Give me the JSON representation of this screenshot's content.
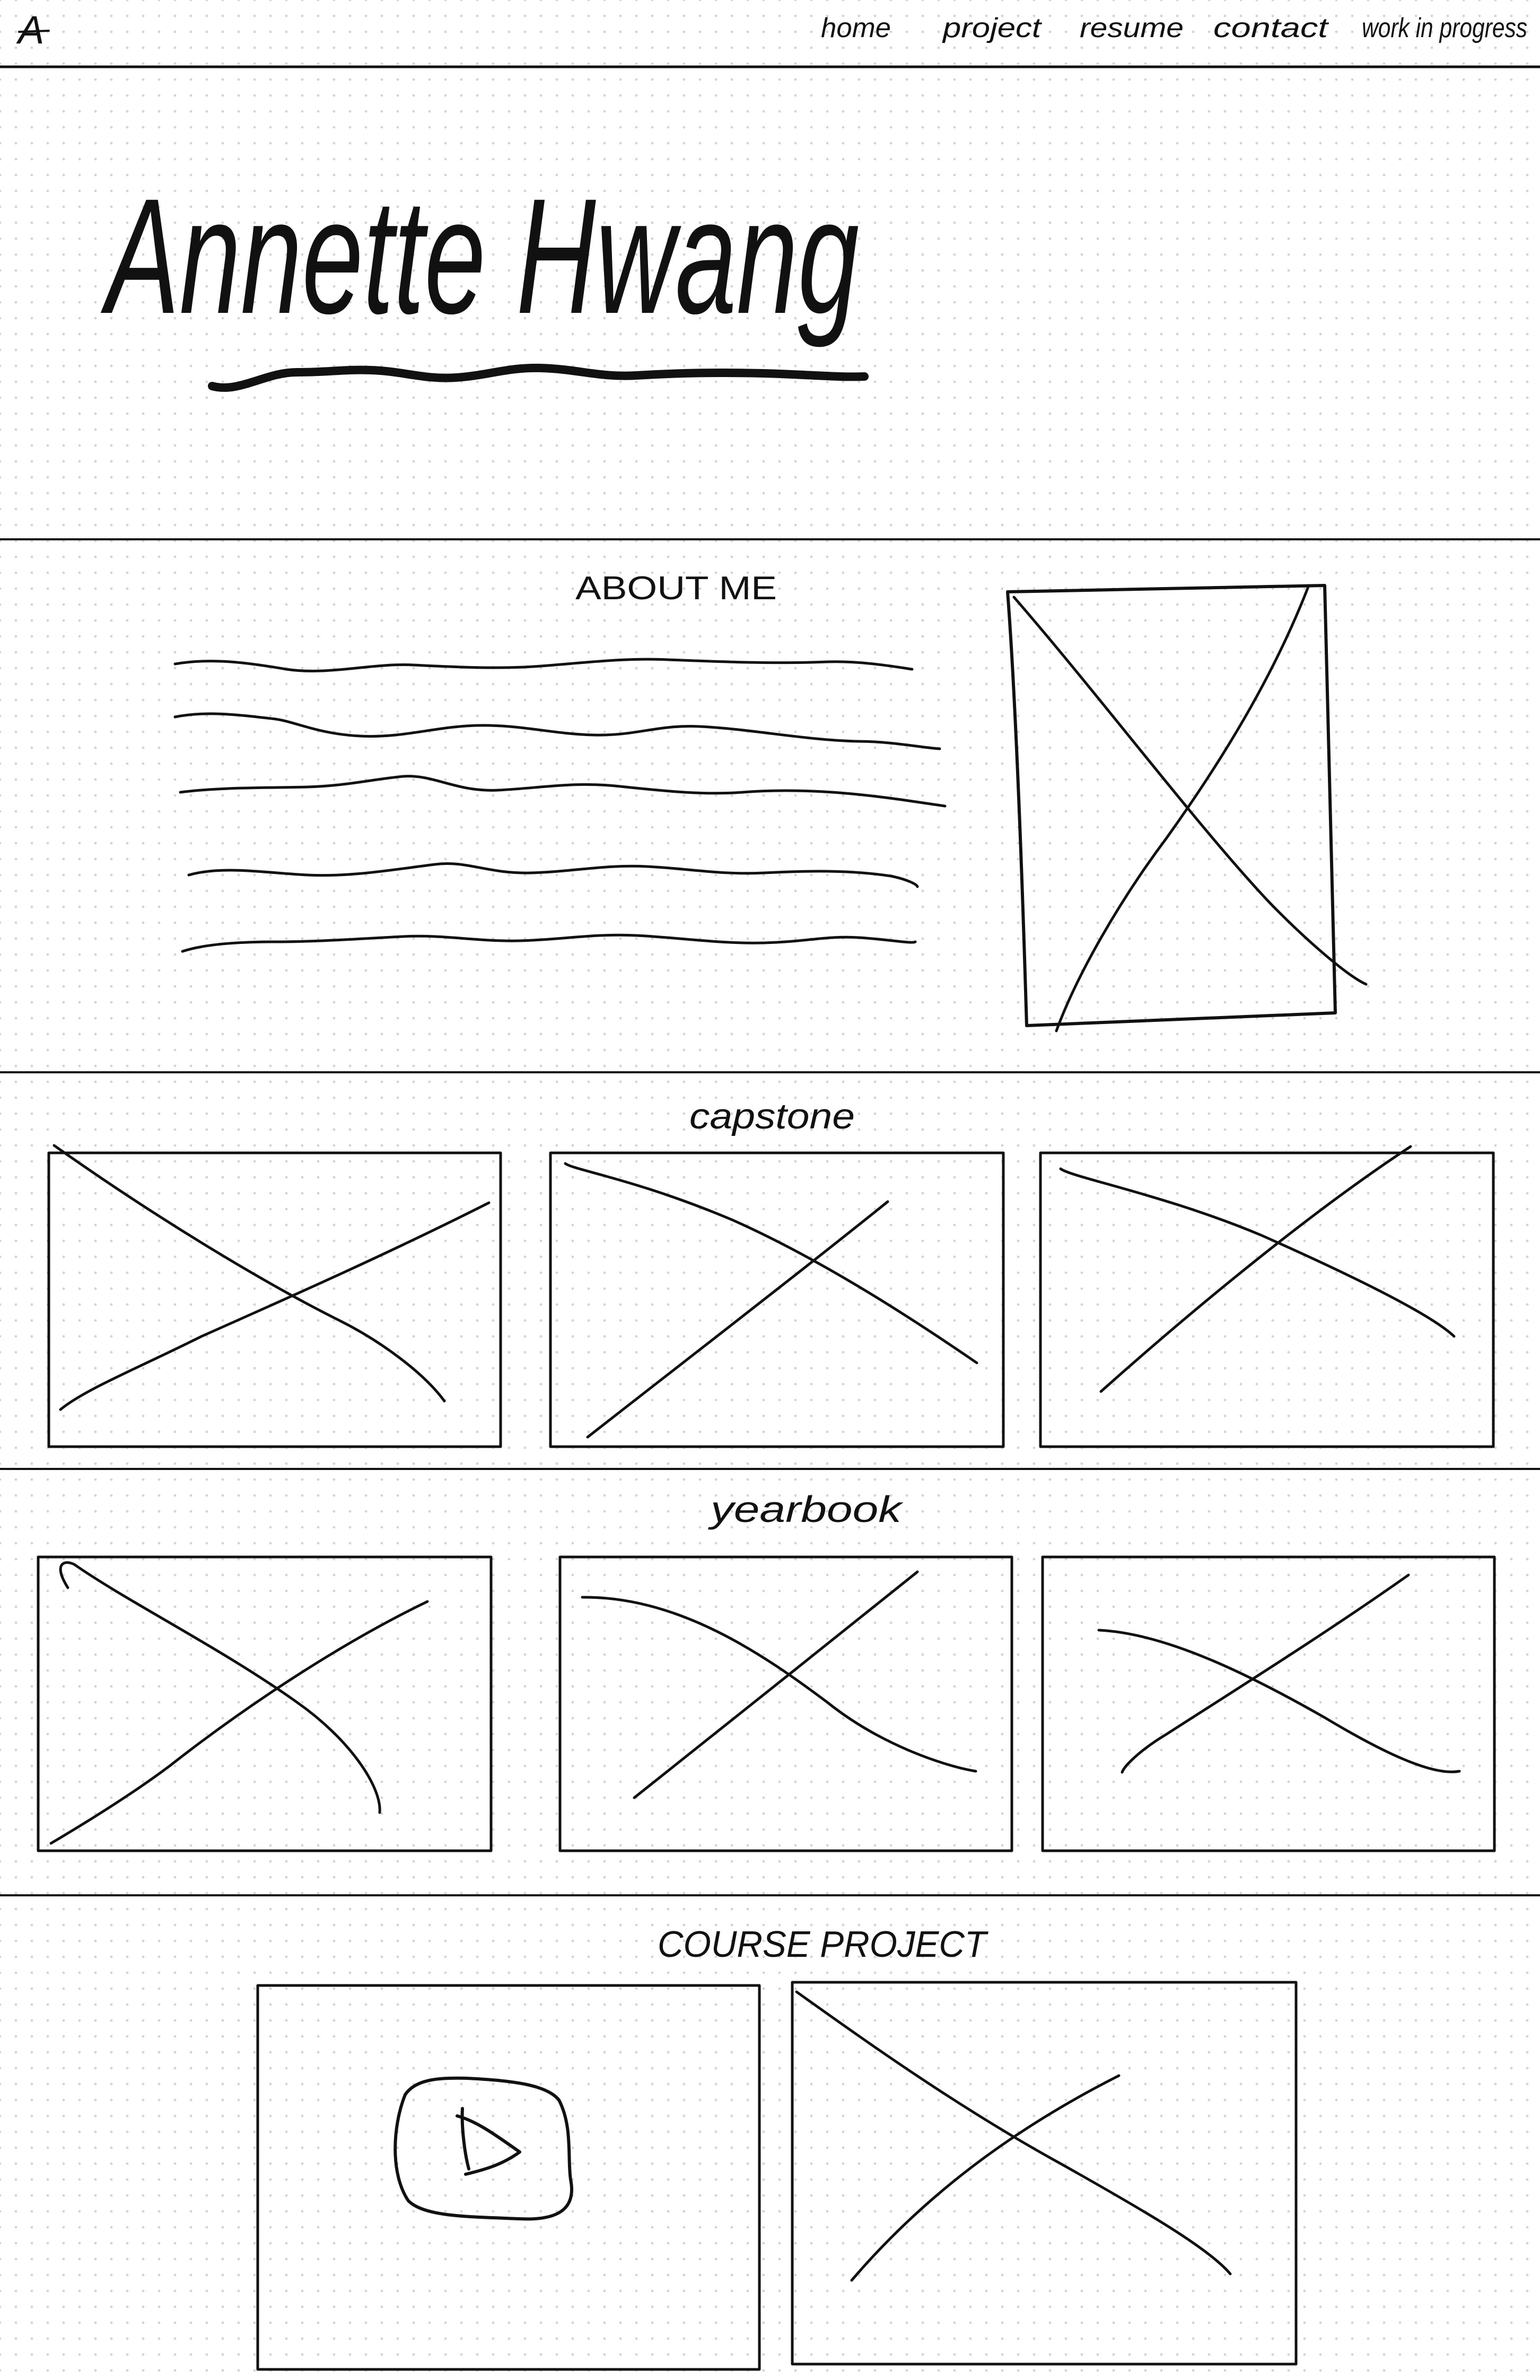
{
  "logo": {
    "text": "A"
  },
  "nav": {
    "items": [
      {
        "label": "home"
      },
      {
        "label": "project"
      },
      {
        "label": "resume"
      },
      {
        "label": "contact"
      },
      {
        "label": "work in progress"
      }
    ]
  },
  "hero": {
    "name": "Annette Hwang"
  },
  "about": {
    "heading": "ABOUT ME",
    "photo_icon": "image-placeholder-icon"
  },
  "capstone": {
    "heading": "capstone",
    "tile_icon": "image-placeholder-icon"
  },
  "yearbook": {
    "heading": "yearbook",
    "tile_icon": "image-placeholder-icon"
  },
  "course_project": {
    "heading": "COURSE PROJECT",
    "video_icon": "play-icon",
    "tile_icon": "image-placeholder-icon"
  },
  "colors": {
    "ink": "#111111",
    "paper": "#ffffff",
    "dot_grid": "#d4d4d4"
  }
}
